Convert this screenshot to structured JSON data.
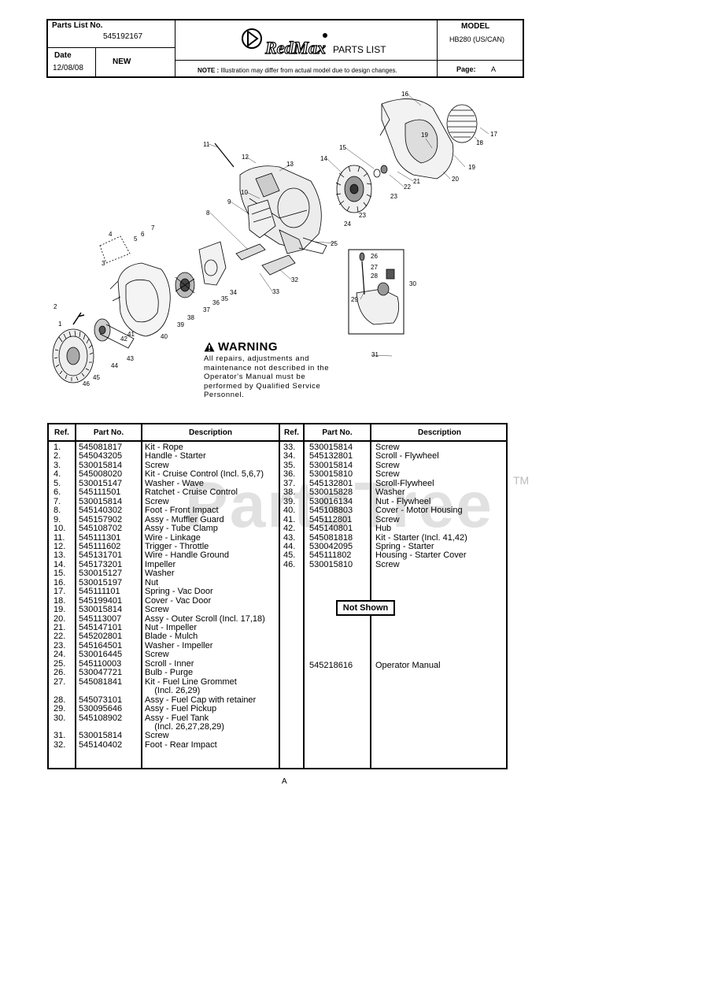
{
  "header": {
    "parts_list_no_label": "Parts List No.",
    "parts_list_no": "545192167",
    "date_label": "Date",
    "date": "12/08/08",
    "status": "NEW",
    "brand": "RedMax",
    "title": "PARTS LIST",
    "note_label": "NOTE :",
    "note": "Illustration may differ from actual model due to design changes.",
    "model_label": "MODEL",
    "model": "HB280  (US/CAN)",
    "page_label": "Page:",
    "page": "A"
  },
  "warning": {
    "title": "WARNING",
    "text": "All repairs, adjustments and maintenance not described in the Operator's Manual must be performed by Qualified Service Personnel."
  },
  "watermark": {
    "text": "PartsTree",
    "tm": "TM"
  },
  "table": {
    "headers": {
      "ref": "Ref.",
      "part_no": "Part No.",
      "description": "Description"
    },
    "left": [
      {
        "ref": "1.",
        "part": "545081817",
        "desc": "Kit - Rope"
      },
      {
        "ref": "2.",
        "part": "545043205",
        "desc": "Handle - Starter"
      },
      {
        "ref": "3.",
        "part": "530015814",
        "desc": "Screw"
      },
      {
        "ref": "4.",
        "part": "545008020",
        "desc": "Kit - Cruise Control (Incl. 5,6,7)"
      },
      {
        "ref": "5.",
        "part": "530015147",
        "desc": "Washer - Wave"
      },
      {
        "ref": "6.",
        "part": "545111501",
        "desc": "Ratchet - Cruise Control"
      },
      {
        "ref": "7.",
        "part": "530015814",
        "desc": "Screw"
      },
      {
        "ref": "8.",
        "part": "545140302",
        "desc": "Foot - Front Impact"
      },
      {
        "ref": "9.",
        "part": "545157902",
        "desc": "Assy - Muffler Guard"
      },
      {
        "ref": "10.",
        "part": "545108702",
        "desc": "Assy - Tube Clamp"
      },
      {
        "ref": "11.",
        "part": "545111301",
        "desc": "Wire - Linkage"
      },
      {
        "ref": "12.",
        "part": "545111602",
        "desc": "Trigger - Throttle"
      },
      {
        "ref": "13.",
        "part": "545131701",
        "desc": "Wire - Handle Ground"
      },
      {
        "ref": "14.",
        "part": "545173201",
        "desc": "Impeller"
      },
      {
        "ref": "15.",
        "part": "530015127",
        "desc": "Washer"
      },
      {
        "ref": "16.",
        "part": "530015197",
        "desc": "Nut"
      },
      {
        "ref": "17.",
        "part": "545111101",
        "desc": "Spring - Vac Door"
      },
      {
        "ref": "18.",
        "part": "545199401",
        "desc": "Cover - Vac Door"
      },
      {
        "ref": "19.",
        "part": "530015814",
        "desc": "Screw"
      },
      {
        "ref": "20.",
        "part": "545113007",
        "desc": "Assy - Outer Scroll (Incl. 17,18)"
      },
      {
        "ref": "21.",
        "part": "545147101",
        "desc": "Nut - Impeller"
      },
      {
        "ref": "22.",
        "part": "545202801",
        "desc": "Blade - Mulch"
      },
      {
        "ref": "23.",
        "part": "545164501",
        "desc": "Washer - Impeller"
      },
      {
        "ref": "24.",
        "part": "530016445",
        "desc": "Screw"
      },
      {
        "ref": "25.",
        "part": "545110003",
        "desc": "Scroll - Inner"
      },
      {
        "ref": "26.",
        "part": "530047721",
        "desc": "Bulb - Purge"
      },
      {
        "ref": "27.",
        "part": "545081841",
        "desc": "Kit - Fuel Line Grommet"
      },
      {
        "ref": "",
        "part": "",
        "desc": "    (Incl. 26,29)"
      },
      {
        "ref": "28.",
        "part": "545073101",
        "desc": "Assy - Fuel Cap with retainer"
      },
      {
        "ref": "29.",
        "part": "530095646",
        "desc": "Assy - Fuel Pickup"
      },
      {
        "ref": "30.",
        "part": "545108902",
        "desc": "Assy - Fuel Tank"
      },
      {
        "ref": "",
        "part": "",
        "desc": "    (Incl. 26,27,28,29)"
      },
      {
        "ref": "31.",
        "part": "530015814",
        "desc": "Screw"
      },
      {
        "ref": "32.",
        "part": "545140402",
        "desc": "Foot - Rear Impact"
      }
    ],
    "right": [
      {
        "ref": "33.",
        "part": "530015814",
        "desc": "Screw"
      },
      {
        "ref": "34.",
        "part": "545132801",
        "desc": "Scroll - Flywheel"
      },
      {
        "ref": "35.",
        "part": "530015814",
        "desc": "Screw"
      },
      {
        "ref": "36.",
        "part": "530015810",
        "desc": "Screw"
      },
      {
        "ref": "37.",
        "part": "545132801",
        "desc": "Scroll-Flywheel"
      },
      {
        "ref": "38.",
        "part": "530015828",
        "desc": "Washer"
      },
      {
        "ref": "39.",
        "part": "530016134",
        "desc": "Nut - Flywheel"
      },
      {
        "ref": "40.",
        "part": "545108803",
        "desc": "Cover - Motor Housing"
      },
      {
        "ref": "41.",
        "part": "545112801",
        "desc": "Screw"
      },
      {
        "ref": "42.",
        "part": "545140801",
        "desc": "Hub"
      },
      {
        "ref": "43.",
        "part": "545081818",
        "desc": "Kit - Starter (Incl. 41,42)"
      },
      {
        "ref": "44.",
        "part": "530042095",
        "desc": "Spring - Starter"
      },
      {
        "ref": "45.",
        "part": "545111802",
        "desc": "Housing - Starter Cover"
      },
      {
        "ref": "46.",
        "part": "530015810",
        "desc": "Screw"
      }
    ],
    "not_shown_label": "Not Shown",
    "not_shown": {
      "part": "545218616",
      "desc": "Operator Manual"
    }
  },
  "footer": "A"
}
